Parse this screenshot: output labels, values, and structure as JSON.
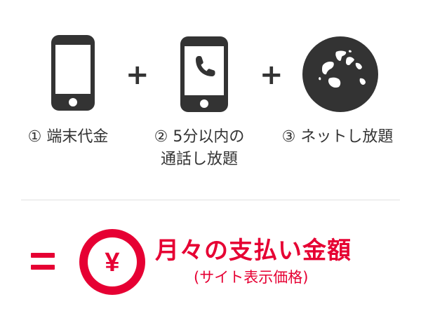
{
  "colors": {
    "icon_dark": "#333333",
    "accent_red": "#e60033",
    "divider": "#e0e0e0",
    "background": "#ffffff"
  },
  "items": [
    {
      "icon": "smartphone-icon",
      "label_lines": [
        "① 端末代金"
      ]
    },
    {
      "icon": "smartphone-call-icon",
      "label_lines": [
        "② 5分以内の",
        "通話し放題"
      ]
    },
    {
      "icon": "globe-icon",
      "label_lines": [
        "③ ネットし放題"
      ]
    }
  ],
  "operators": {
    "plus": "+",
    "equals": "="
  },
  "result": {
    "icon": "yen-icon",
    "yen_symbol": "¥",
    "title": "月々の支払い金額",
    "subtitle": "(サイト表示価格)"
  }
}
